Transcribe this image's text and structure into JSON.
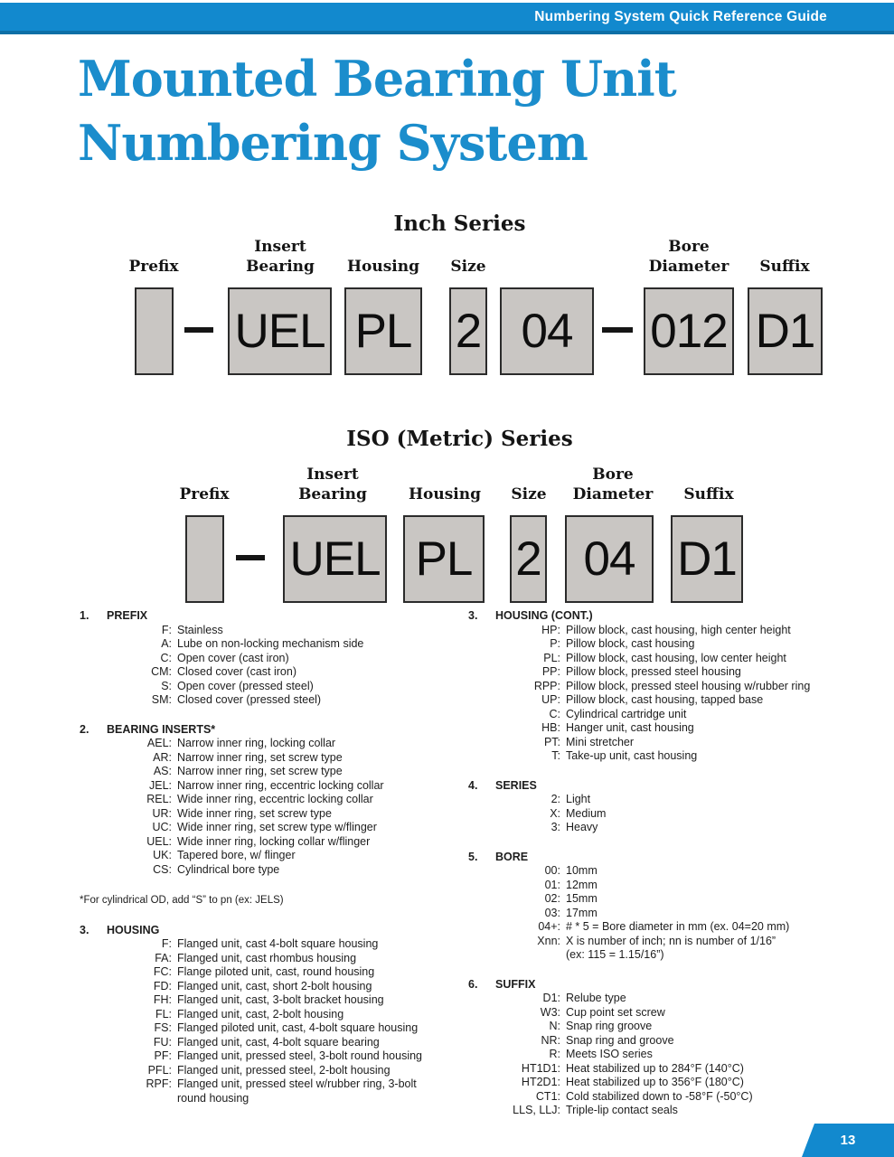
{
  "colors": {
    "accent": "#1289CE",
    "accent_dark": "#0D6FA6",
    "title_blue": "#1B8DCC",
    "box_fill": "#C9C6C3",
    "box_border": "#2B2B2B"
  },
  "header": {
    "text": "Numbering System Quick Reference Guide"
  },
  "title": {
    "line1": "Mounted Bearing Unit",
    "line2": "Numbering System"
  },
  "inch": {
    "title": "Inch Series",
    "labels": {
      "prefix": "Prefix",
      "insert_bearing": "Insert\nBearing",
      "housing": "Housing",
      "size": "Size",
      "bore_diameter": "Bore\nDiameter",
      "suffix": "Suffix"
    },
    "boxes": {
      "prefix": "",
      "insert_bearing": "UEL",
      "housing": "PL",
      "size": "2",
      "size2": "04",
      "bore_diameter": "012",
      "suffix": "D1"
    }
  },
  "iso": {
    "title": "ISO (Metric) Series",
    "labels": {
      "prefix": "Prefix",
      "insert_bearing": "Insert\nBearing",
      "housing": "Housing",
      "size": "Size",
      "bore_diameter": "Bore\nDiameter",
      "suffix": "Suffix"
    },
    "boxes": {
      "prefix": "",
      "insert_bearing": "UEL",
      "housing": "PL",
      "size": "2",
      "bore_diameter": "04",
      "suffix": "D1"
    }
  },
  "left_column": {
    "sections": [
      {
        "num": "1.",
        "title": "PREFIX",
        "items": [
          {
            "code": "F:",
            "desc": "Stainless"
          },
          {
            "code": "A:",
            "desc": "Lube on non-locking mechanism side"
          },
          {
            "code": "C:",
            "desc": "Open cover (cast iron)"
          },
          {
            "code": "CM:",
            "desc": "Closed cover (cast iron)"
          },
          {
            "code": "S:",
            "desc": "Open cover (pressed steel)"
          },
          {
            "code": "SM:",
            "desc": "Closed cover (pressed steel)"
          }
        ]
      },
      {
        "num": "2.",
        "title": "BEARING INSERTS*",
        "items": [
          {
            "code": "AEL:",
            "desc": "Narrow inner ring, locking collar"
          },
          {
            "code": "AR:",
            "desc": "Narrow inner ring, set screw type"
          },
          {
            "code": "AS:",
            "desc": "Narrow inner ring, set screw type"
          },
          {
            "code": "JEL:",
            "desc": "Narrow inner ring, eccentric locking collar"
          },
          {
            "code": "REL:",
            "desc": "Wide inner ring, eccentric locking collar"
          },
          {
            "code": "UR:",
            "desc": "Wide inner ring, set screw type"
          },
          {
            "code": "UC:",
            "desc": "Wide inner ring, set screw type w/flinger"
          },
          {
            "code": "UEL:",
            "desc": "Wide inner ring, locking collar w/flinger"
          },
          {
            "code": "UK:",
            "desc": "Tapered bore,  w/ flinger"
          },
          {
            "code": "CS:",
            "desc": "Cylindrical bore type"
          }
        ]
      },
      {
        "num": "3.",
        "title": "HOUSING",
        "items": [
          {
            "code": "F:",
            "desc": "Flanged unit, cast 4-bolt square housing"
          },
          {
            "code": "FA:",
            "desc": "Flanged unit, cast rhombus housing"
          },
          {
            "code": "FC:",
            "desc": "Flange piloted unit, cast, round housing"
          },
          {
            "code": "FD:",
            "desc": "Flanged unit, cast, short 2-bolt housing"
          },
          {
            "code": "FH:",
            "desc": "Flanged unit, cast, 3-bolt bracket housing"
          },
          {
            "code": "FL:",
            "desc": "Flanged unit, cast, 2-bolt housing"
          },
          {
            "code": "FS:",
            "desc": "Flanged piloted unit, cast, 4-bolt square housing"
          },
          {
            "code": "FU:",
            "desc": "Flanged unit, cast, 4-bolt square bearing"
          },
          {
            "code": "PF:",
            "desc": "Flanged unit, pressed steel, 3-bolt round housing"
          },
          {
            "code": "PFL:",
            "desc": "Flanged unit, pressed steel, 2-bolt housing"
          },
          {
            "code": "RPF:",
            "desc": "Flanged unit, pressed steel w/rubber ring, 3-bolt\nround housing"
          }
        ]
      }
    ],
    "footnote": "*For cylindrical OD, add “S” to pn (ex: JELS)"
  },
  "right_column": {
    "sections": [
      {
        "num": "3.",
        "title": "HOUSING (CONT.)",
        "items": [
          {
            "code": "HP:",
            "desc": "Pillow block, cast housing, high center height"
          },
          {
            "code": "P:",
            "desc": "Pillow block, cast housing"
          },
          {
            "code": "PL:",
            "desc": "Pillow block, cast housing, low center height"
          },
          {
            "code": "PP:",
            "desc": "Pillow block, pressed steel housing"
          },
          {
            "code": "RPP:",
            "desc": "Pillow block, pressed steel housing w/rubber ring"
          },
          {
            "code": "UP:",
            "desc": "Pillow block, cast housing, tapped base"
          },
          {
            "code": "C:",
            "desc": "Cylindrical cartridge unit"
          },
          {
            "code": "HB:",
            "desc": "Hanger unit, cast housing"
          },
          {
            "code": "PT:",
            "desc": "Mini stretcher"
          },
          {
            "code": "T:",
            "desc": "Take-up unit, cast housing"
          }
        ]
      },
      {
        "num": "4.",
        "title": "SERIES",
        "items": [
          {
            "code": "2:",
            "desc": "Light"
          },
          {
            "code": "X:",
            "desc": "Medium"
          },
          {
            "code": "3:",
            "desc": "Heavy"
          }
        ]
      },
      {
        "num": "5.",
        "title": "BORE",
        "items": [
          {
            "code": "00:",
            "desc": "10mm"
          },
          {
            "code": "01:",
            "desc": "12mm"
          },
          {
            "code": "02:",
            "desc": "15mm"
          },
          {
            "code": "03:",
            "desc": "17mm"
          },
          {
            "code": "04+:",
            "desc": "# * 5 = Bore diameter in mm (ex. 04=20 mm)"
          },
          {
            "code": "Xnn:",
            "desc": "X is number of inch; nn is number of 1/16”\n(ex: 115 = 1.15/16”)"
          }
        ]
      },
      {
        "num": "6.",
        "title": "SUFFIX",
        "items": [
          {
            "code": "D1:",
            "desc": "Relube type"
          },
          {
            "code": "W3:",
            "desc": "Cup point set screw"
          },
          {
            "code": "N:",
            "desc": "Snap ring groove"
          },
          {
            "code": "NR:",
            "desc": "Snap ring and groove"
          },
          {
            "code": "R:",
            "desc": "Meets ISO series"
          },
          {
            "code": "HT1D1:",
            "desc": "Heat stabilized up to 284°F (140°C)"
          },
          {
            "code": "HT2D1:",
            "desc": "Heat stabilized up to 356°F (180°C)"
          },
          {
            "code": "CT1:",
            "desc": "Cold stabilized down to -58°F (-50°C)"
          },
          {
            "code": "LLS, LLJ:",
            "desc": "Triple-lip contact seals"
          }
        ]
      }
    ]
  },
  "page_number": "13"
}
